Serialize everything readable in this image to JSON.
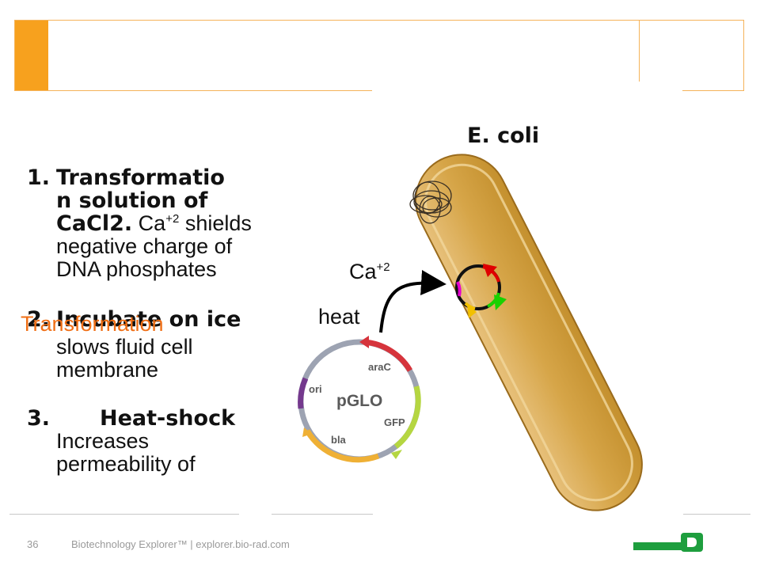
{
  "steps": [
    {
      "number": "1.",
      "title_part1": "Transformatio",
      "title_part2": "n solution of",
      "title_part3": "CaCl2.",
      "text_part1": "Ca",
      "text_sup": "+2",
      "text_part2": "shields negative charge of DNA phosphates"
    },
    {
      "number": "2.",
      "title": "Incubate on ice",
      "text": "slows fluid cell membrane"
    },
    {
      "number": "3.",
      "title": "Heat-shock",
      "text": "Increases permeability of"
    }
  ],
  "section_heading": "Transformation",
  "diagram": {
    "ecoli_label": "E. coli",
    "calcium_label": "Ca",
    "calcium_sup": "+2",
    "heat_label": "heat",
    "plasmid_name": "pGLO",
    "genes": [
      "araC",
      "GFP",
      "bla",
      "ori"
    ]
  },
  "footer": {
    "page_number": "36",
    "text": "Biotechnology Explorer™ | explorer.bio-rad.com"
  },
  "colors": {
    "accent": "#f7a11e",
    "heading": "#f06f16",
    "cell": "#d9a845"
  }
}
